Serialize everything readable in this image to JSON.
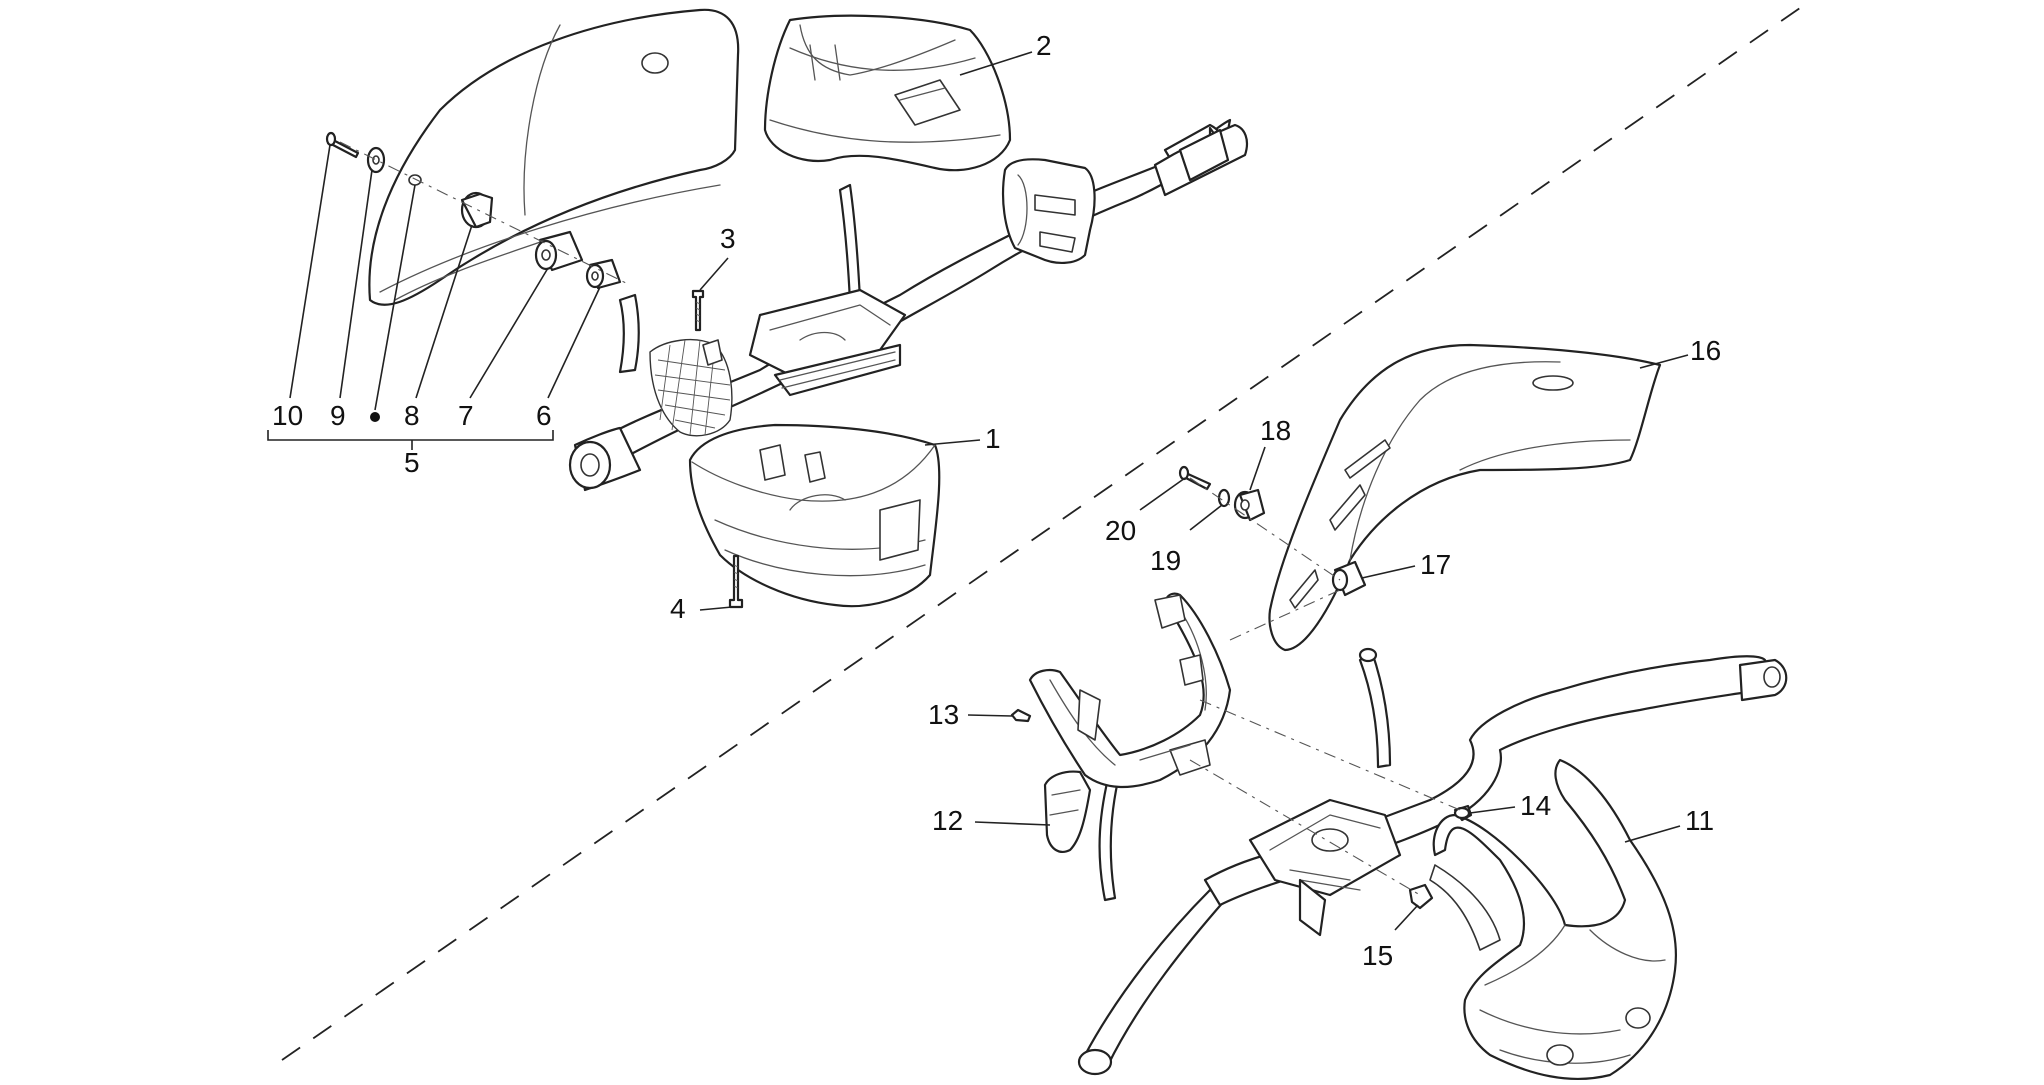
{
  "diagram": {
    "callouts": [
      {
        "id": "c1",
        "label": "1"
      },
      {
        "id": "c2",
        "label": "2"
      },
      {
        "id": "c3",
        "label": "3"
      },
      {
        "id": "c4",
        "label": "4"
      },
      {
        "id": "c5",
        "label": "5"
      },
      {
        "id": "c6",
        "label": "6"
      },
      {
        "id": "c7",
        "label": "7"
      },
      {
        "id": "c8",
        "label": "8"
      },
      {
        "id": "c9",
        "label": "9"
      },
      {
        "id": "c10",
        "label": "10"
      },
      {
        "id": "c11",
        "label": "11"
      },
      {
        "id": "c12",
        "label": "12"
      },
      {
        "id": "c13",
        "label": "13"
      },
      {
        "id": "c14",
        "label": "14"
      },
      {
        "id": "c15",
        "label": "15"
      },
      {
        "id": "c16",
        "label": "16"
      },
      {
        "id": "c17",
        "label": "17"
      },
      {
        "id": "c18",
        "label": "18"
      },
      {
        "id": "c19",
        "label": "19"
      },
      {
        "id": "c20",
        "label": "20"
      }
    ],
    "colors": {
      "line": "#222222",
      "background": "#ffffff"
    }
  }
}
